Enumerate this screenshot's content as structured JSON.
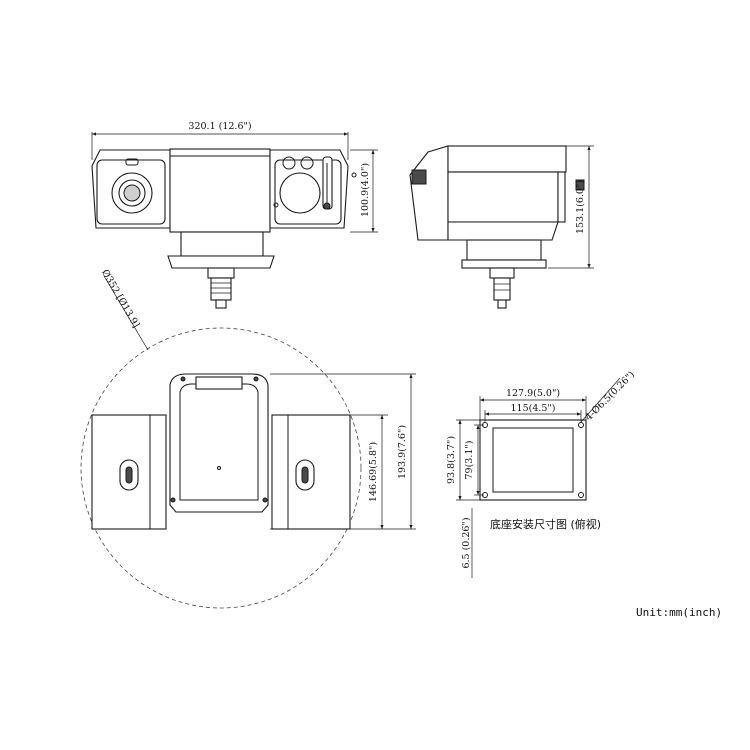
{
  "dimensions": {
    "front_width": "320.1 (12.6\")",
    "front_height": "100.9(4.0\")",
    "side_height": "153.1(6.0\")",
    "swing_diameter": "Ø352 [Ø13.9]",
    "top_depth": "193.9(7.6\")",
    "top_inner_depth": "146.69(5.8\")",
    "base_outer_width": "127.9(5.0\")",
    "base_inner_width": "115(4.5\")",
    "base_outer_height": "93.8(3.7\")",
    "base_inner_height": "79(3.1\")",
    "base_holes": "4-Ø6.5(0.26\")",
    "base_thickness": "6.5 (0.26\")"
  },
  "labels": {
    "base_caption": "底座安装尺寸图 (俯视)",
    "unit_note": "Unit:mm(inch)"
  }
}
